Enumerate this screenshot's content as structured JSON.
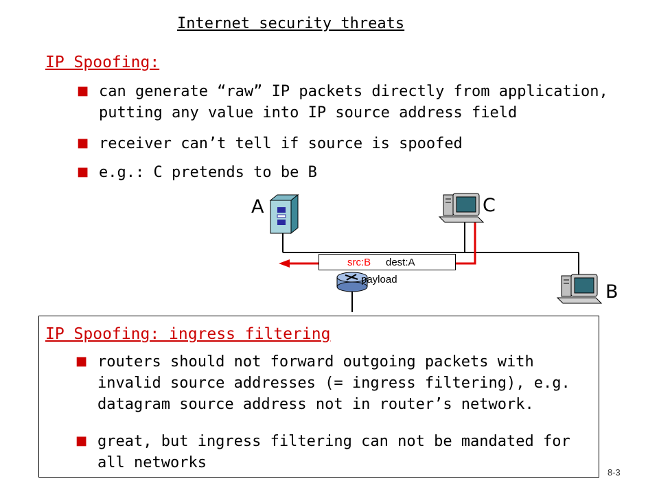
{
  "slide": {
    "title": "Internet security threats",
    "page_number": "8-3"
  },
  "section1": {
    "heading": "IP Spoofing:",
    "bullets": [
      "can generate “raw” IP packets directly from application, putting any value into IP source address field",
      "receiver can’t tell if source is spoofed",
      "e.g.: C pretends to be B"
    ]
  },
  "diagram": {
    "labels": {
      "a": "A",
      "b": "B",
      "c": "C"
    },
    "packet": {
      "src": "src:B",
      "dest": "dest:A",
      "payload": "payload"
    },
    "icons": [
      "server-icon",
      "desktop-computer-icon",
      "router-icon"
    ],
    "colors": {
      "spoof": "#e00000",
      "network": "#000000"
    }
  },
  "section2": {
    "heading": "IP Spoofing: ingress filtering",
    "bullets": [
      "routers should not forward outgoing packets with invalid source addresses (= ingress filtering), e.g. datagram source address not in router’s network.",
      "great, but ingress filtering can not be mandated for all networks"
    ]
  },
  "colors": {
    "accent": "#cc0000",
    "bullet": "#cc0000"
  }
}
